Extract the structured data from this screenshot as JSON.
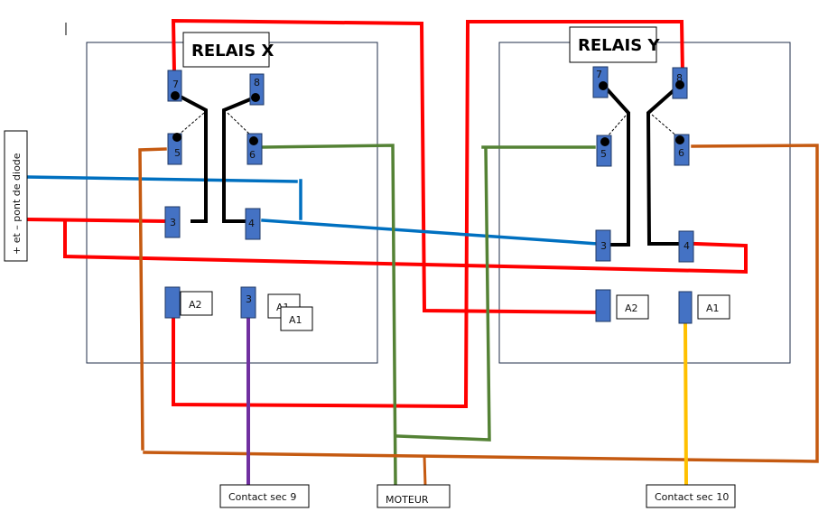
{
  "diagram": {
    "side_label": "+ et – pont de diode",
    "relays": [
      {
        "title": "RELAIS X",
        "terminals": {
          "t7": "7",
          "t8": "8",
          "t5": "5",
          "t6": "6",
          "t3": "3",
          "t4": "4",
          "coil_left": "",
          "coil_right": "3"
        },
        "coil_labels": {
          "a2": "A2",
          "a1_back": "A1",
          "a1_front": "A1"
        }
      },
      {
        "title": "RELAIS Y",
        "terminals": {
          "t7": "7",
          "t8": "8",
          "t5": "5",
          "t6": "6",
          "t3": "3",
          "t4": "4"
        },
        "coil_labels": {
          "a2": "A2",
          "a1": "A1"
        }
      }
    ],
    "bottom_labels": {
      "contact9": "Contact sec 9",
      "moteur": "MOTEUR",
      "contact10": "Contact sec 10"
    },
    "colors": {
      "red": "#ff0000",
      "blue": "#0070c0",
      "green": "#548235",
      "orange": "#c55a11",
      "purple": "#7030a0",
      "yellow": "#ffc000",
      "terminal": "#4472c4",
      "frame": "#1f2d4a"
    }
  }
}
